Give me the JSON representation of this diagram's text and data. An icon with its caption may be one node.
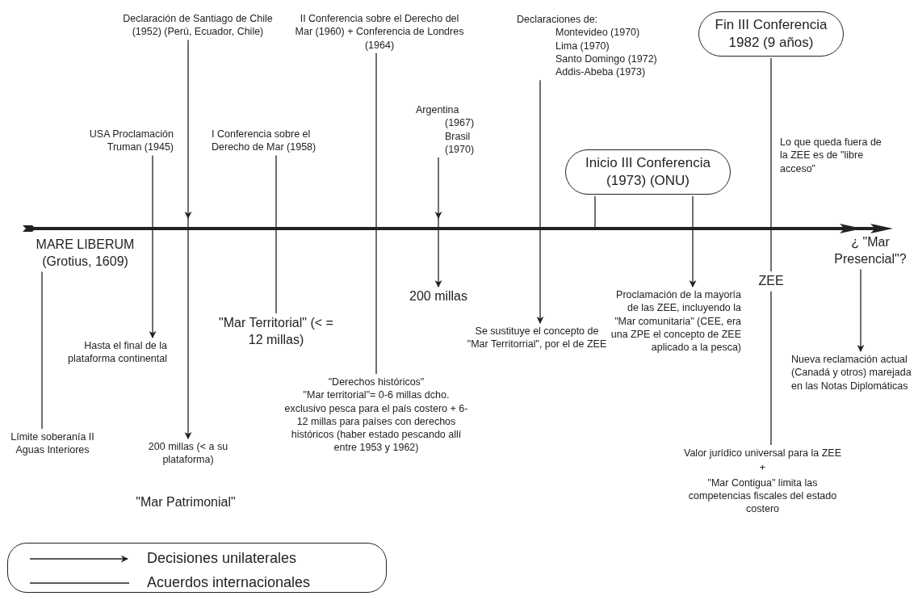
{
  "diagram": {
    "nodes": [
      {
        "text": [
          "Declaración de Santiago de Chile (1952) (Perú, Ecuador, Chile)"
        ]
      },
      {
        "text": [
          "II Conferencia sobre el Derecho del Mar (1960) + Conferencia de Londres (1964)"
        ]
      },
      {
        "text": [
          "Declaraciones de:",
          "Montevideo (1970)",
          "Lima (1970)",
          "Santo Domingo (1972)",
          "Addis-Abeba (1973)"
        ]
      },
      {
        "text": [
          "Fin III Conferencia 1982 (9 años)"
        ]
      },
      {
        "text": [
          "Argentina (1967) Brasil (1970)"
        ]
      },
      {
        "text": [
          "USA Proclamación Truman (1945)"
        ]
      },
      {
        "text": [
          "I Conferencia sobre el Derecho de Mar (1958)"
        ]
      },
      {
        "text": [
          "Inicio III Conferencia (1973) (ONU)"
        ]
      },
      {
        "text": [
          "MARE LIBERUM (Grotius, 1609)"
        ]
      },
      {
        "text": [
          "¿ \"Mar Presencial\"?"
        ]
      },
      {
        "text": [
          "ZEE"
        ]
      },
      {
        "text": [
          "200 millas"
        ]
      },
      {
        "text": [
          "Hasta el final de la plataforma continental"
        ]
      },
      {
        "text": [
          "\"Mar Territorial\" (< = 12 millas)"
        ]
      },
      {
        "text": [
          "Se sustituye el concepto de \"Mar Territorrial\", por el de ZEE"
        ]
      },
      {
        "text": [
          "Proclamación de la mayoría de las ZEE, incluyendo la \"Mar comunitaria\" (CEE, era una ZPE el concepto de ZEE aplicado a la pesca)"
        ]
      },
      {
        "text": [
          "Nueva reclamación actual (Canadá y otros) marejada en las Notas Diplomáticas"
        ]
      },
      {
        "text": [
          "\"Derechos históricos\"",
          "\"Mar territorial\"= 0-6 millas dcho. exclusivo pesca para el país costero + 6-12 millas para países con derechos históricos (haber estado pescando allí entre 1953 y 1962)"
        ]
      },
      {
        "text": [
          "Límite soberanía II Aguas Interiores"
        ]
      },
      {
        "text": [
          "200 millas (< a su plataforma)"
        ]
      },
      {
        "text": [
          "Valor jurídico universal para la ZEE",
          "+",
          "\"Mar Contigua\" limita las competencias fiscales del estado costero"
        ]
      }
    ],
    "edges": [
      {
        "from": 0,
        "to": 19,
        "arrow": "to"
      },
      {
        "from": 1,
        "to": 17,
        "arrow": "none"
      },
      {
        "from": 2,
        "to": 14,
        "arrow": "to"
      },
      {
        "from": 3,
        "to": 10,
        "arrow": "none"
      },
      {
        "from": 10,
        "to": 20,
        "arrow": "none"
      },
      {
        "from": 4,
        "to": 11,
        "arrow": "to"
      },
      {
        "from": 5,
        "to": 12,
        "arrow": "to"
      },
      {
        "from": 6,
        "to": 13,
        "arrow": "none"
      },
      {
        "from": 7,
        "to": null,
        "arrow": "none"
      },
      {
        "from": 7,
        "to": 15,
        "arrow": "to"
      },
      {
        "from": 8,
        "to": 18,
        "arrow": "none"
      },
      {
        "from": 9,
        "to": 16,
        "arrow": "to"
      }
    ],
    "labels": [
      "Lo que queda fuera de la ZEE es de \"libre acceso\"",
      "\"Mar Patrimonial\""
    ],
    "legend": [
      {
        "text": "Decisiones unilaterales"
      },
      {
        "text": "Acuerdos internacionales"
      }
    ]
  }
}
